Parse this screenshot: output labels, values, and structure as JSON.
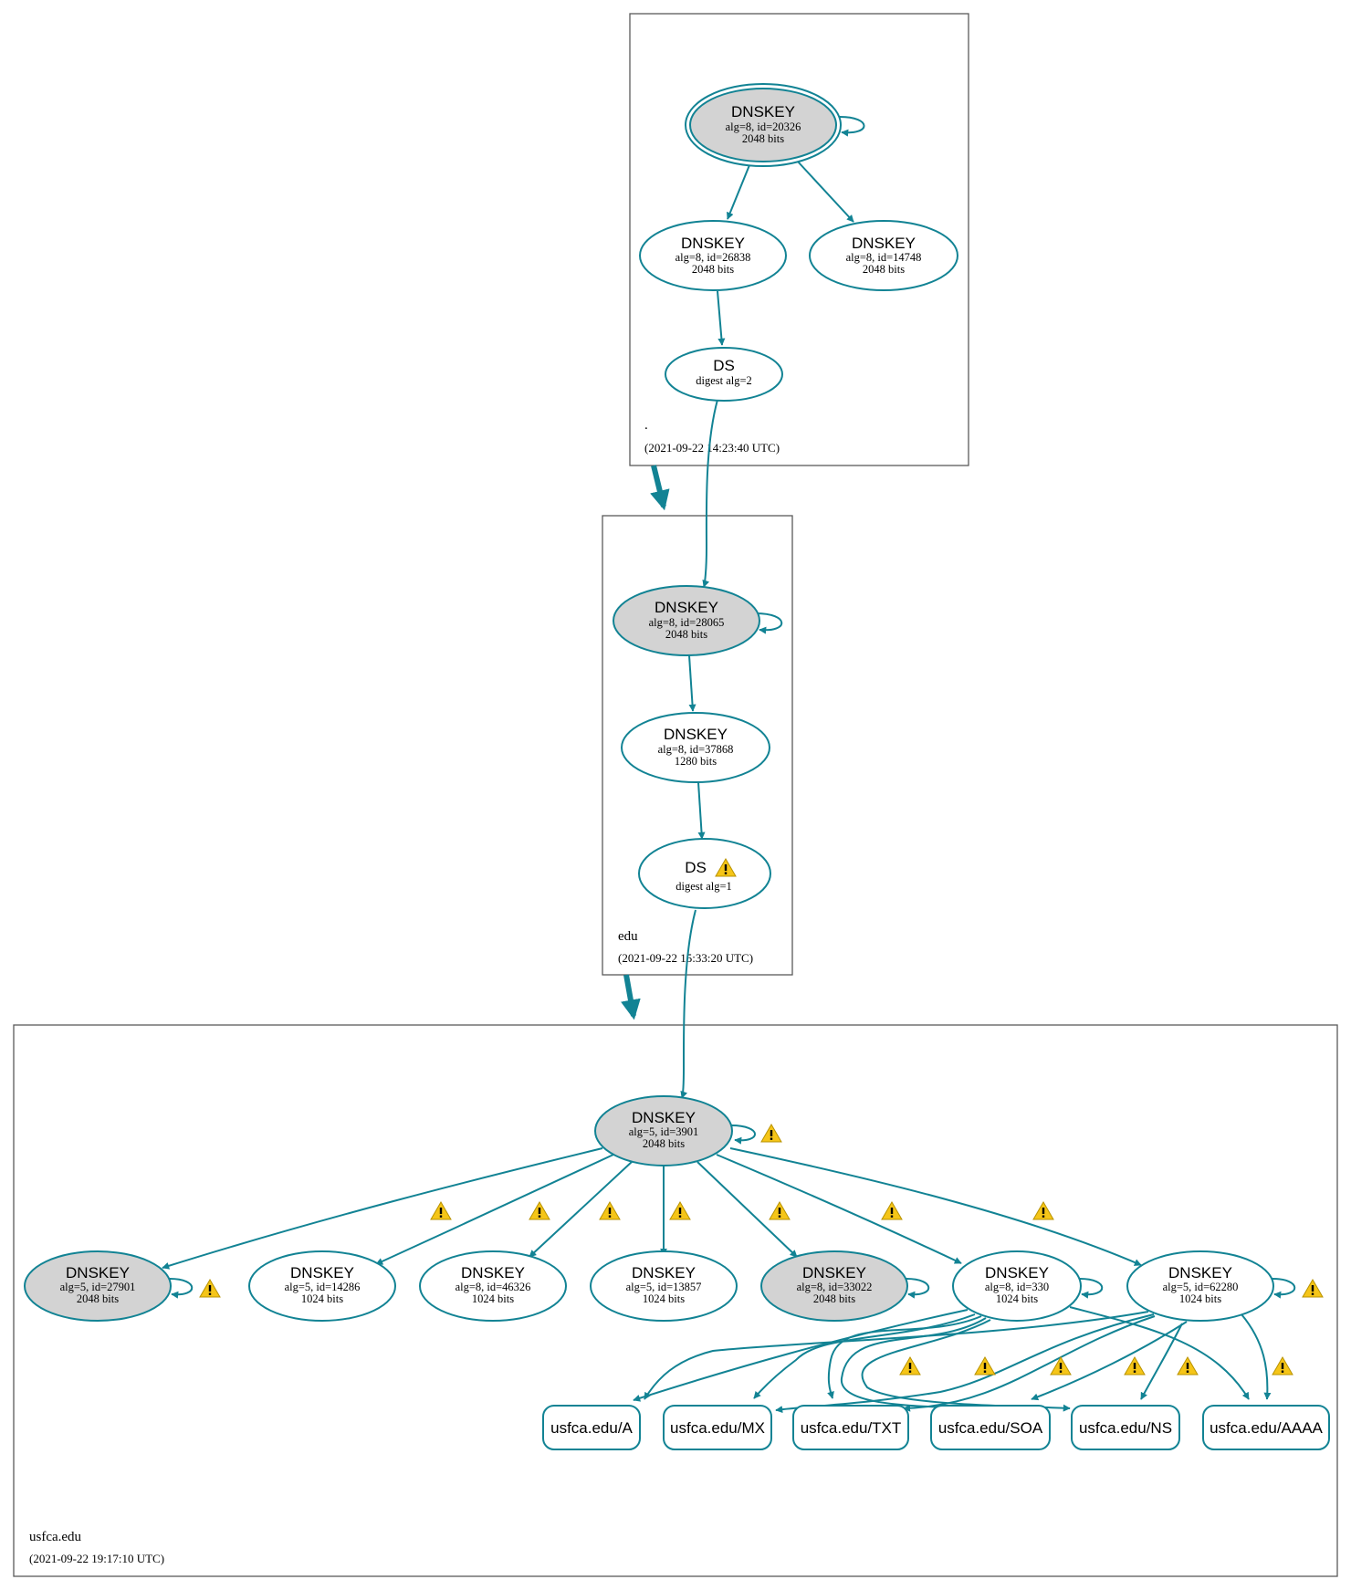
{
  "colors": {
    "edge": "#128394",
    "sep_fill": "#d3d3d3",
    "node_fill": "#ffffff",
    "zone_border": "#5a5a5a",
    "warning_fill": "#f5c518"
  },
  "zones": {
    "root": {
      "name": ".",
      "timestamp": "(2021-09-22 14:23:40 UTC)"
    },
    "edu": {
      "name": "edu",
      "timestamp": "(2021-09-22 15:33:20 UTC)"
    },
    "usfca": {
      "name": "usfca.edu",
      "timestamp": "(2021-09-22 19:17:10 UTC)"
    }
  },
  "nodes": {
    "root_ksk": {
      "title": "DNSKEY",
      "line1": "alg=8, id=20326",
      "line2": "2048 bits"
    },
    "root_zsk1": {
      "title": "DNSKEY",
      "line1": "alg=8, id=26838",
      "line2": "2048 bits"
    },
    "root_zsk2": {
      "title": "DNSKEY",
      "line1": "alg=8, id=14748",
      "line2": "2048 bits"
    },
    "root_ds": {
      "title": "DS",
      "line1": "digest alg=2"
    },
    "edu_ksk": {
      "title": "DNSKEY",
      "line1": "alg=8, id=28065",
      "line2": "2048 bits"
    },
    "edu_zsk": {
      "title": "DNSKEY",
      "line1": "alg=8, id=37868",
      "line2": "1280 bits"
    },
    "edu_ds": {
      "title": "DS",
      "line1": "digest alg=1"
    },
    "u_ksk": {
      "title": "DNSKEY",
      "line1": "alg=5, id=3901",
      "line2": "2048 bits"
    },
    "u_k1": {
      "title": "DNSKEY",
      "line1": "alg=5, id=27901",
      "line2": "2048 bits"
    },
    "u_k2": {
      "title": "DNSKEY",
      "line1": "alg=5, id=14286",
      "line2": "1024 bits"
    },
    "u_k3": {
      "title": "DNSKEY",
      "line1": "alg=8, id=46326",
      "line2": "1024 bits"
    },
    "u_k4": {
      "title": "DNSKEY",
      "line1": "alg=5, id=13857",
      "line2": "1024 bits"
    },
    "u_k5": {
      "title": "DNSKEY",
      "line1": "alg=8, id=33022",
      "line2": "2048 bits"
    },
    "u_k6": {
      "title": "DNSKEY",
      "line1": "alg=8, id=330",
      "line2": "1024 bits"
    },
    "u_k7": {
      "title": "DNSKEY",
      "line1": "alg=5, id=62280",
      "line2": "1024 bits"
    }
  },
  "rrsets": {
    "a": "usfca.edu/A",
    "mx": "usfca.edu/MX",
    "txt": "usfca.edu/TXT",
    "soa": "usfca.edu/SOA",
    "ns": "usfca.edu/NS",
    "aaaa": "usfca.edu/AAAA"
  },
  "warning_icon": "warning-triangle-icon"
}
